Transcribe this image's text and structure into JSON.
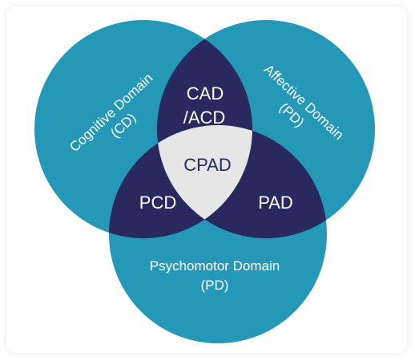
{
  "colors": {
    "circle": "#2498b6",
    "pair_overlap": "#27295f",
    "center": "#e6e6e6",
    "center_text": "#27295f",
    "label_text": "#ffffff"
  },
  "circles": {
    "cognitive": {
      "line1": "Cognitive Domain",
      "line2": "(CD)"
    },
    "affective": {
      "line1": "Affective Domain",
      "line2": "(PD)"
    },
    "psychomotor": {
      "line1": "Psychomotor Domain",
      "line2": "(PD)"
    }
  },
  "overlaps": {
    "cad_acd": {
      "line1": "CAD",
      "line2": "/ACD"
    },
    "pcd": "PCD",
    "pad": "PAD",
    "cpad": "CPAD"
  }
}
